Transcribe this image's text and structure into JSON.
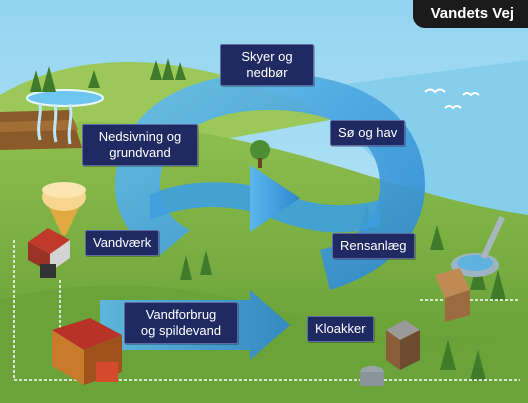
{
  "title": "Vandets Vej",
  "labels": {
    "skyer": "Skyer og\nnedbør",
    "soe": "Sø og hav",
    "nedsivning": "Nedsivning og\ngrundvand",
    "vandvaerk": "Vandværk",
    "rensanlaeg": "Rensanlæg",
    "vandforbrug": "Vandforbrug\nog spildevand",
    "kloakker": "Kloakker"
  },
  "colors": {
    "sky": "#a8dcf2",
    "sea": "#8fd3ee",
    "grass": "#7fb042",
    "cycle": "#3fa6e0",
    "arrow": "#2f8ed6",
    "label_bg": "#1f2a63"
  }
}
